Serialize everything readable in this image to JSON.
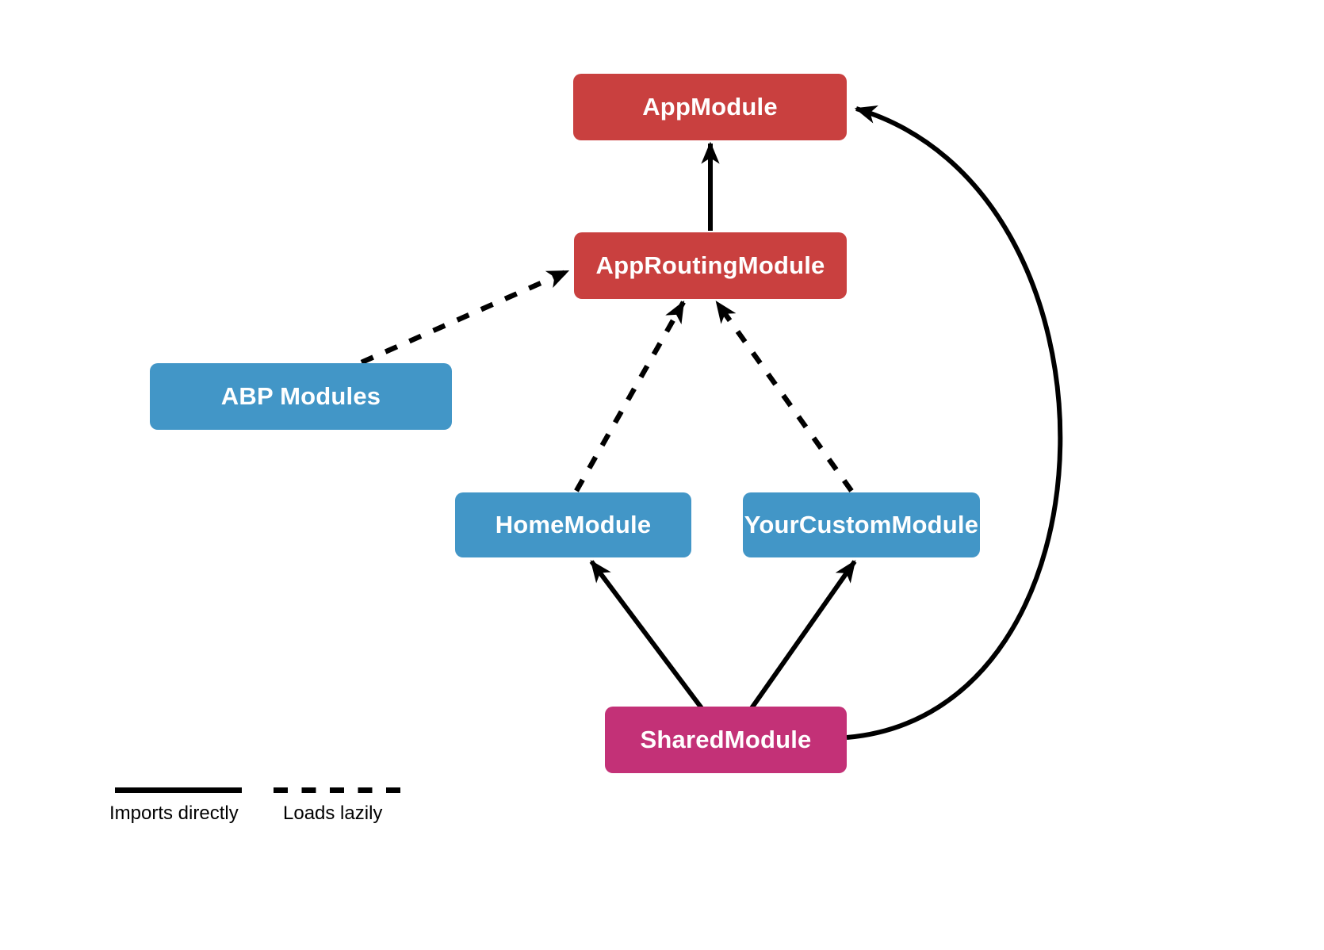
{
  "diagram": {
    "nodes": {
      "app_module": {
        "label": "AppModule",
        "color": "#C9403F"
      },
      "app_routing_module": {
        "label": "AppRoutingModule",
        "color": "#C9403F"
      },
      "abp_modules": {
        "label": "ABP Modules",
        "color": "#4296C7"
      },
      "home_module": {
        "label": "HomeModule",
        "color": "#4296C7"
      },
      "your_custom_module": {
        "label": "YourCustomModule",
        "color": "#4296C7"
      },
      "shared_module": {
        "label": "SharedModule",
        "color": "#C33177"
      }
    },
    "edges": [
      {
        "from": "AppRoutingModule",
        "to": "AppModule",
        "style": "solid",
        "shape": "straight"
      },
      {
        "from": "ABP Modules",
        "to": "AppRoutingModule",
        "style": "dashed",
        "shape": "straight"
      },
      {
        "from": "HomeModule",
        "to": "AppRoutingModule",
        "style": "dashed",
        "shape": "straight"
      },
      {
        "from": "YourCustomModule",
        "to": "AppRoutingModule",
        "style": "dashed",
        "shape": "straight"
      },
      {
        "from": "SharedModule",
        "to": "HomeModule",
        "style": "solid",
        "shape": "straight"
      },
      {
        "from": "SharedModule",
        "to": "YourCustomModule",
        "style": "solid",
        "shape": "straight"
      },
      {
        "from": "SharedModule",
        "to": "AppModule",
        "style": "solid",
        "shape": "curved"
      }
    ],
    "edge_color": "#000000",
    "legend": {
      "imports_directly": {
        "label": "Imports directly",
        "line_style": "solid"
      },
      "loads_lazily": {
        "label": "Loads lazily",
        "line_style": "dashed"
      }
    }
  }
}
